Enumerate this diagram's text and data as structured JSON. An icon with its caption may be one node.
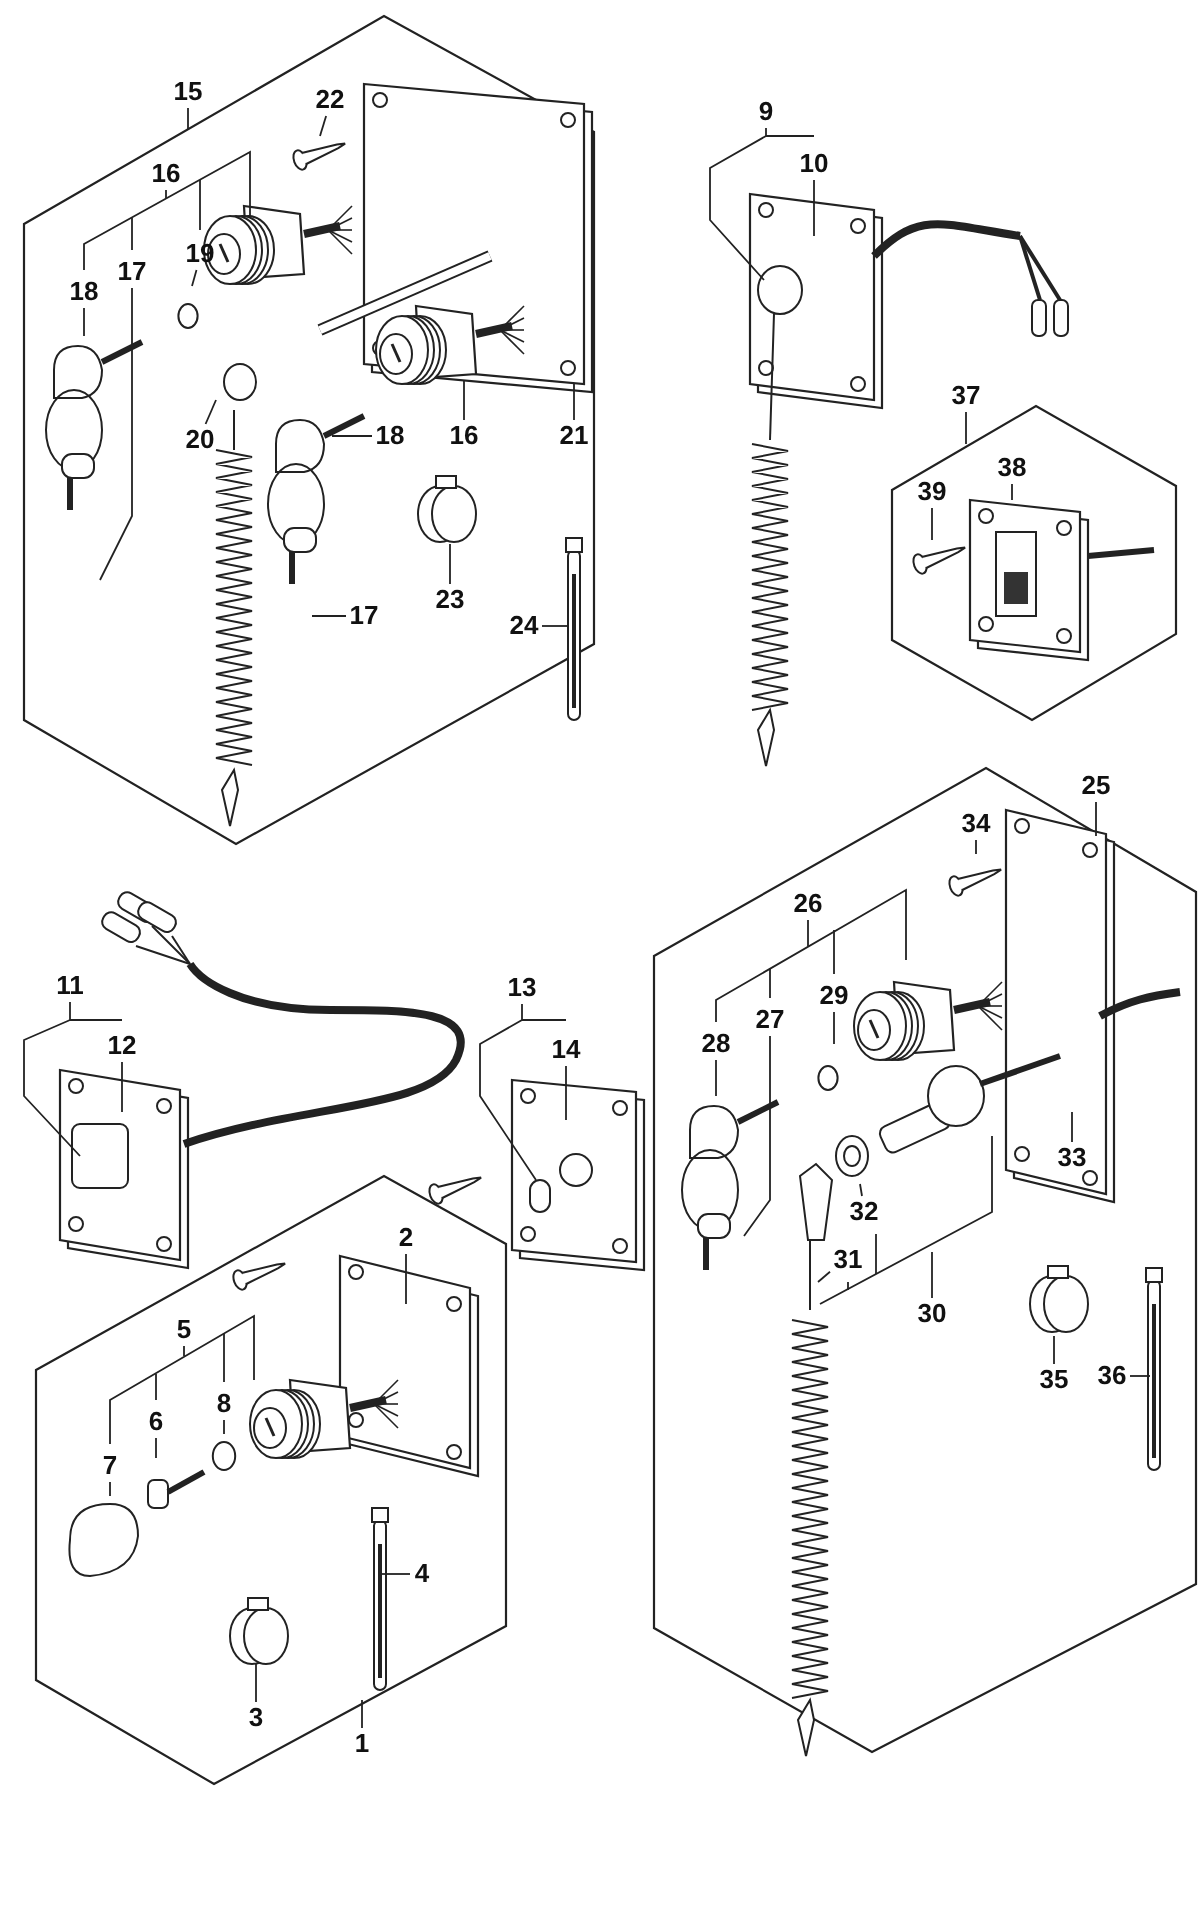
{
  "diagram": {
    "nodes": [
      {
        "text": [
          "15"
        ]
      },
      {
        "text": [
          "22"
        ]
      },
      {
        "text": [
          "16"
        ]
      },
      {
        "text": [
          "17"
        ]
      },
      {
        "text": [
          "19"
        ]
      },
      {
        "text": [
          "18"
        ]
      },
      {
        "text": [
          "20"
        ]
      },
      {
        "text": [
          "18"
        ]
      },
      {
        "text": [
          "16"
        ]
      },
      {
        "text": [
          "21"
        ]
      },
      {
        "text": [
          "17"
        ]
      },
      {
        "text": [
          "23"
        ]
      },
      {
        "text": [
          "24"
        ]
      },
      {
        "text": [
          "9"
        ]
      },
      {
        "text": [
          "10"
        ]
      },
      {
        "text": [
          "37"
        ]
      },
      {
        "text": [
          "38"
        ]
      },
      {
        "text": [
          "39"
        ]
      },
      {
        "text": [
          "11"
        ]
      },
      {
        "text": [
          "12"
        ]
      },
      {
        "text": [
          "13"
        ]
      },
      {
        "text": [
          "14"
        ]
      },
      {
        "text": [
          "2"
        ]
      },
      {
        "text": [
          "5"
        ]
      },
      {
        "text": [
          "8"
        ]
      },
      {
        "text": [
          "6"
        ]
      },
      {
        "text": [
          "7"
        ]
      },
      {
        "text": [
          "4"
        ]
      },
      {
        "text": [
          "3"
        ]
      },
      {
        "text": [
          "1"
        ]
      },
      {
        "text": [
          "25"
        ]
      },
      {
        "text": [
          "34"
        ]
      },
      {
        "text": [
          "26"
        ]
      },
      {
        "text": [
          "29"
        ]
      },
      {
        "text": [
          "27"
        ]
      },
      {
        "text": [
          "28"
        ]
      },
      {
        "text": [
          "33"
        ]
      },
      {
        "text": [
          "32"
        ]
      },
      {
        "text": [
          "31"
        ]
      },
      {
        "text": [
          "30"
        ]
      },
      {
        "text": [
          "35"
        ]
      },
      {
        "text": [
          "36"
        ]
      }
    ],
    "edges": [
      {
        "from": 0,
        "to": null,
        "arrow": "none"
      },
      {
        "from": 1,
        "to": null,
        "arrow": "none"
      },
      {
        "from": 2,
        "to": null,
        "arrow": "none"
      },
      {
        "from": 3,
        "to": null,
        "arrow": "none"
      },
      {
        "from": 4,
        "to": null,
        "arrow": "none"
      },
      {
        "from": 5,
        "to": null,
        "arrow": "none"
      },
      {
        "from": 6,
        "to": null,
        "arrow": "none"
      },
      {
        "from": 7,
        "to": null,
        "arrow": "none"
      },
      {
        "from": 8,
        "to": null,
        "arrow": "none"
      },
      {
        "from": 9,
        "to": null,
        "arrow": "none"
      },
      {
        "from": 10,
        "to": null,
        "arrow": "none"
      },
      {
        "from": 11,
        "to": null,
        "arrow": "none"
      },
      {
        "from": 12,
        "to": null,
        "arrow": "none"
      },
      {
        "from": 13,
        "to": null,
        "arrow": "none"
      },
      {
        "from": 14,
        "to": null,
        "arrow": "none"
      },
      {
        "from": 15,
        "to": null,
        "arrow": "none"
      },
      {
        "from": 16,
        "to": null,
        "arrow": "none"
      },
      {
        "from": 17,
        "to": null,
        "arrow": "none"
      },
      {
        "from": 18,
        "to": null,
        "arrow": "none"
      },
      {
        "from": 19,
        "to": null,
        "arrow": "none"
      },
      {
        "from": 20,
        "to": null,
        "arrow": "none"
      },
      {
        "from": 21,
        "to": null,
        "arrow": "none"
      },
      {
        "from": 22,
        "to": null,
        "arrow": "none"
      },
      {
        "from": 23,
        "to": null,
        "arrow": "none"
      },
      {
        "from": 24,
        "to": null,
        "arrow": "none"
      },
      {
        "from": 25,
        "to": null,
        "arrow": "none"
      },
      {
        "from": 26,
        "to": null,
        "arrow": "none"
      },
      {
        "from": 27,
        "to": null,
        "arrow": "none"
      },
      {
        "from": 28,
        "to": null,
        "arrow": "none"
      },
      {
        "from": 29,
        "to": null,
        "arrow": "none"
      },
      {
        "from": 30,
        "to": null,
        "arrow": "none"
      },
      {
        "from": 31,
        "to": null,
        "arrow": "none"
      },
      {
        "from": 32,
        "to": null,
        "arrow": "none"
      },
      {
        "from": 33,
        "to": null,
        "arrow": "none"
      },
      {
        "from": 34,
        "to": null,
        "arrow": "none"
      },
      {
        "from": 35,
        "to": null,
        "arrow": "none"
      },
      {
        "from": 36,
        "to": null,
        "arrow": "none"
      },
      {
        "from": 37,
        "to": null,
        "arrow": "none"
      },
      {
        "from": 38,
        "to": null,
        "arrow": "none"
      },
      {
        "from": 39,
        "to": null,
        "arrow": "none"
      },
      {
        "from": 40,
        "to": null,
        "arrow": "none"
      },
      {
        "from": 41,
        "to": null,
        "arrow": "none"
      }
    ]
  }
}
